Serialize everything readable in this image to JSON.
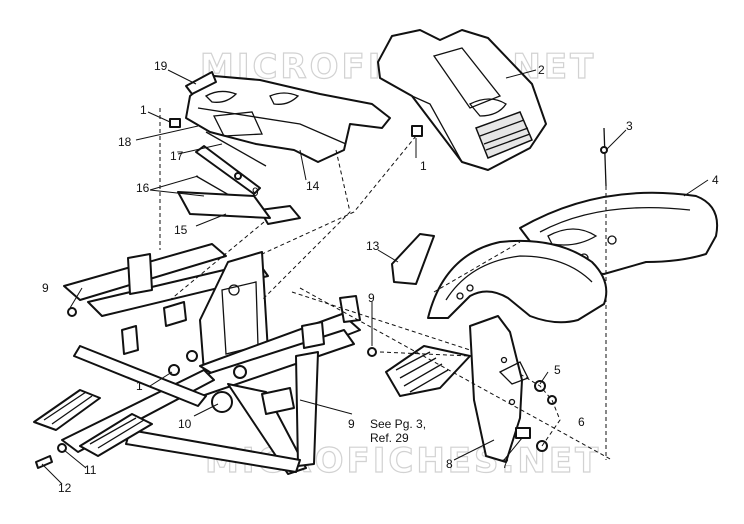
{
  "watermark": "MICROFICHES.NET",
  "note": {
    "line1": "See Pg. 3,",
    "line2": "Ref. 29"
  },
  "callouts": {
    "c19": "19",
    "c1a": "1",
    "c18": "18",
    "c17": "17",
    "c9a": "9",
    "c16": "16",
    "c15": "15",
    "c14": "14",
    "c2": "2",
    "c1b": "1",
    "c3": "3",
    "c4": "4",
    "c13": "13",
    "c9b": "9",
    "c9c": "9",
    "c5": "5",
    "c6": "6",
    "c1c": "1",
    "c10": "10",
    "c9d": "9",
    "c11": "11",
    "c12": "12",
    "c8": "8",
    "c7": "7"
  }
}
